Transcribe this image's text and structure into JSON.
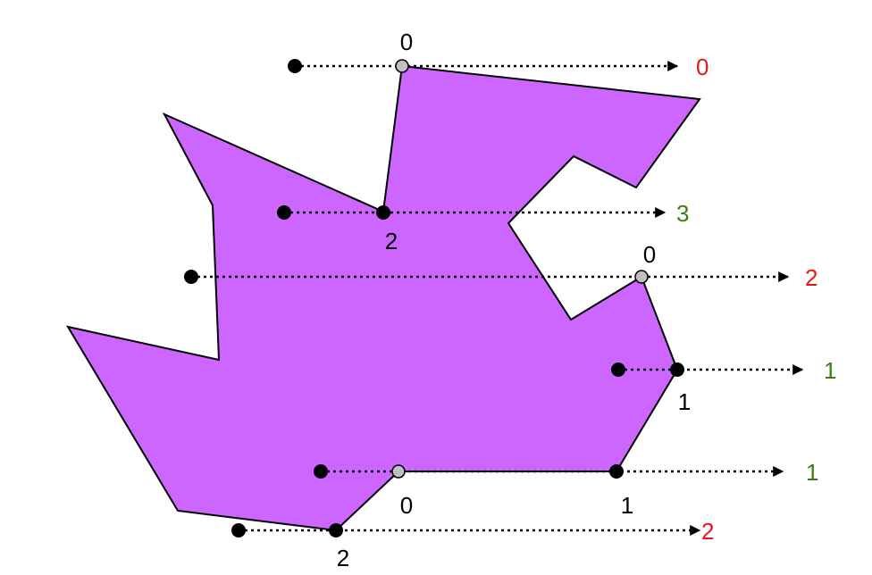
{
  "colors": {
    "polygon_fill": "#cc66ff",
    "outline": "#000000",
    "count_odd": "#3b7d16",
    "count_even": "#e8161b",
    "vertex_hit": "#c0c0c0",
    "point": "#000000"
  },
  "rays": [
    {
      "result": "0",
      "crossings": [
        {
          "label": "0",
          "kind": "vertex"
        }
      ]
    },
    {
      "result": "3",
      "crossings": [
        {
          "label": "2",
          "kind": "point"
        }
      ]
    },
    {
      "result": "2",
      "crossings": [
        {
          "label": "0",
          "kind": "vertex"
        }
      ]
    },
    {
      "result": "1",
      "crossings": [
        {
          "label": "1",
          "kind": "point"
        }
      ]
    },
    {
      "result": "1",
      "crossings": [
        {
          "label": "0",
          "kind": "vertex"
        },
        {
          "label": "1",
          "kind": "point"
        }
      ]
    },
    {
      "result": "2",
      "crossings": [
        {
          "label": "2",
          "kind": "point"
        }
      ]
    }
  ]
}
